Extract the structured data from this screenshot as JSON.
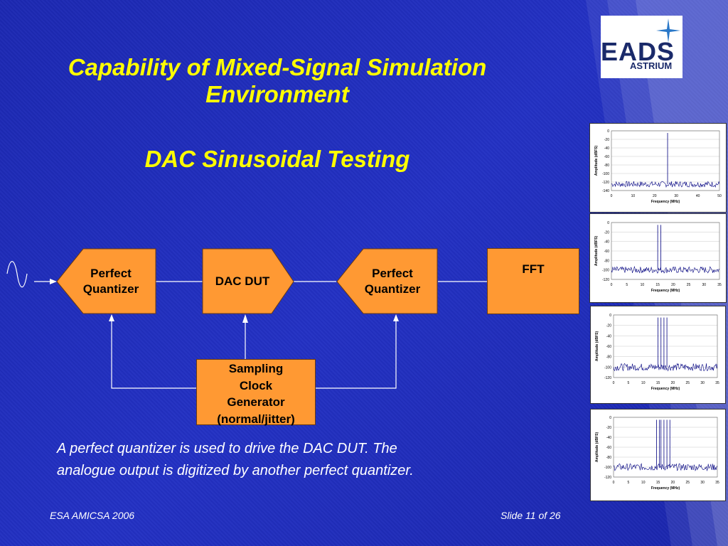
{
  "slide": {
    "title_line1": "Capability of Mixed-Signal Simulation",
    "title_line2": "Environment",
    "subtitle": "DAC Sinusoidal Testing"
  },
  "logo": {
    "brand": "EADS",
    "sub": "ASTRIUM"
  },
  "diagram": {
    "quantizer1": [
      "Perfect",
      "Quantizer"
    ],
    "dac": "DAC DUT",
    "quantizer2": [
      "Perfect",
      "Quantizer"
    ],
    "fft": "FFT",
    "clock": [
      "Sampling",
      "Clock",
      "Generator",
      "(normal/jitter)"
    ]
  },
  "caption": {
    "line1": "A perfect quantizer is used to drive the DAC DUT. The",
    "line2": "analogue output is digitized by another perfect quantizer."
  },
  "footer": {
    "left": "ESA AMICSA 2006",
    "right": "Slide 11 of 26"
  },
  "colors": {
    "background": "#1f2bb8",
    "title": "#ffff00",
    "block": "#ff9933",
    "trace": "#000080"
  },
  "chart_data": [
    {
      "type": "line",
      "ylabel": "Amplitude (dBFS)",
      "xlabel": "Frequency (MHz)",
      "xlim": [
        0,
        50
      ],
      "ylim": [
        -140,
        0
      ],
      "xticks": [
        0,
        10,
        20,
        30,
        40,
        50
      ],
      "yticks": [
        0,
        -20,
        -40,
        -60,
        -80,
        -100,
        -120,
        -140
      ],
      "noise_floor": -125,
      "tones": [
        26
      ]
    },
    {
      "type": "line",
      "ylabel": "Amplitude (dBFS)",
      "xlabel": "Frequency (MHz)",
      "xlim": [
        0,
        35
      ],
      "ylim": [
        -120,
        0
      ],
      "xticks": [
        0,
        5,
        10,
        15,
        20,
        25,
        30,
        35
      ],
      "yticks": [
        0,
        -20,
        -40,
        -60,
        -80,
        -100,
        -120
      ],
      "noise_floor": -100,
      "tones": [
        15,
        16
      ]
    },
    {
      "type": "line",
      "ylabel": "Amplitude (dBFS)",
      "xlabel": "Frequency (MHz)",
      "xlim": [
        0,
        35
      ],
      "ylim": [
        -120,
        0
      ],
      "xticks": [
        0,
        5,
        10,
        15,
        20,
        25,
        30,
        35
      ],
      "yticks": [
        0,
        -20,
        -40,
        -60,
        -80,
        -100,
        -120
      ],
      "noise_floor": -100,
      "tones": [
        15,
        16,
        17,
        18
      ]
    },
    {
      "type": "line",
      "ylabel": "Amplitude (dBFS)",
      "xlabel": "Frequency (MHz)",
      "xlim": [
        0,
        35
      ],
      "ylim": [
        -120,
        0
      ],
      "xticks": [
        0,
        5,
        10,
        15,
        20,
        25,
        30,
        35
      ],
      "yticks": [
        0,
        -20,
        -40,
        -60,
        -80,
        -100,
        -120
      ],
      "noise_floor": -100,
      "tones": [
        14.5,
        15.5,
        16,
        17,
        18,
        19
      ]
    }
  ]
}
